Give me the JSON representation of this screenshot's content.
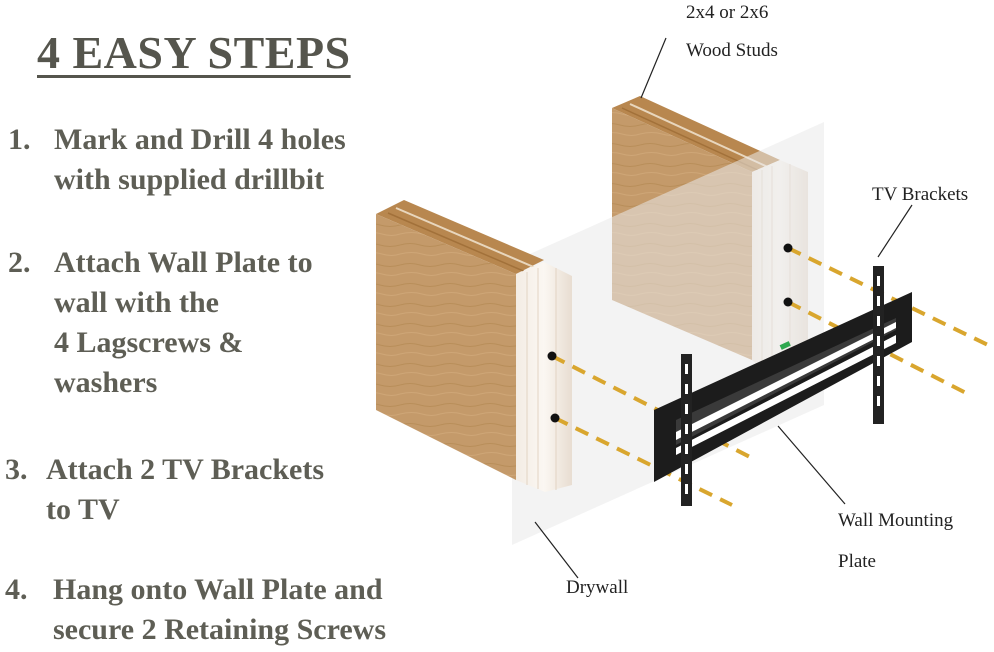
{
  "title": "4 EASY STEPS",
  "steps": [
    {
      "number": "1.",
      "lines": [
        "Mark and Drill 4 holes",
        "with supplied drillbit"
      ]
    },
    {
      "number": "2.",
      "lines": [
        "Attach Wall Plate to",
        "wall with the",
        "4 Lagscrews &",
        "washers"
      ]
    },
    {
      "number": "3.",
      "lines": [
        "Attach 2 TV Brackets",
        "to TV"
      ]
    },
    {
      "number": "4.",
      "lines": [
        "Hang onto Wall Plate and",
        "secure 2 Retaining  Screws"
      ]
    }
  ],
  "callouts": {
    "wood_studs": [
      "2x4 or 2x6",
      "Wood Studs"
    ],
    "tv_brackets": "TV Brackets",
    "wall_mounting_plate": [
      "Wall Mounting",
      "Plate"
    ],
    "drywall": "Drywall"
  },
  "colors": {
    "text": "#5e5e55",
    "wood": "#c49a6a",
    "screw_line": "#d9a62e",
    "bracket": "#1c1c1c",
    "drywall": "#eeeeee"
  }
}
